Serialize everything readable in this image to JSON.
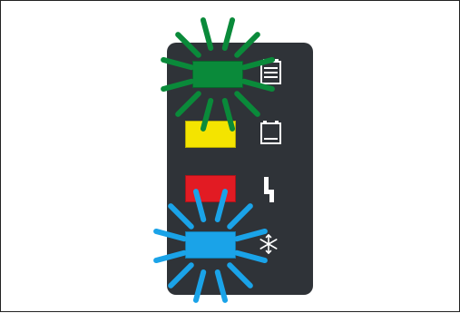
{
  "indicator_panel": {
    "panel_color": "#2f3338",
    "leds": [
      {
        "id": "green",
        "color": "#0a8a3a",
        "state": "blinking",
        "icon": "battery-charged-icon"
      },
      {
        "id": "yellow",
        "color": "#f4e400",
        "state": "off",
        "icon": "battery-icon"
      },
      {
        "id": "red",
        "color": "#e21b23",
        "state": "off",
        "icon": "lightning-fault-icon"
      },
      {
        "id": "blue",
        "color": "#1aa3e8",
        "state": "blinking",
        "icon": "snowflake-icon"
      }
    ],
    "ray_colors": {
      "green": "#0a8a3a",
      "blue": "#1aa3e8"
    }
  }
}
